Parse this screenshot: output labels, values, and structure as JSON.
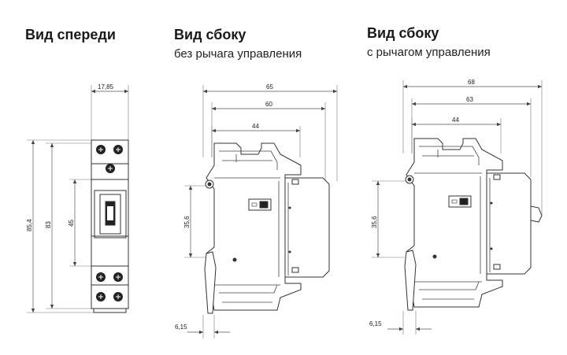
{
  "front": {
    "title": "Вид спереди",
    "dims": {
      "width": "17,85",
      "height_total": "85,4",
      "height_body": "83",
      "height_inner": "45"
    }
  },
  "side_no_lever": {
    "title": "Вид сбоку",
    "subtitle": "без рычага управления",
    "dims": {
      "d65": "65",
      "d60": "60",
      "d44": "44",
      "d35": "35,6",
      "d6": "6,15"
    }
  },
  "side_lever": {
    "title": "Вид сбоку",
    "subtitle": "с рычагом управления",
    "dims": {
      "d68": "68",
      "d63": "63",
      "d44": "44",
      "d35": "35,6",
      "d6": "6,15"
    }
  },
  "colors": {
    "line": "#333333",
    "dim": "#555555",
    "body_fill": "#ffffff",
    "dark": "#222222"
  }
}
